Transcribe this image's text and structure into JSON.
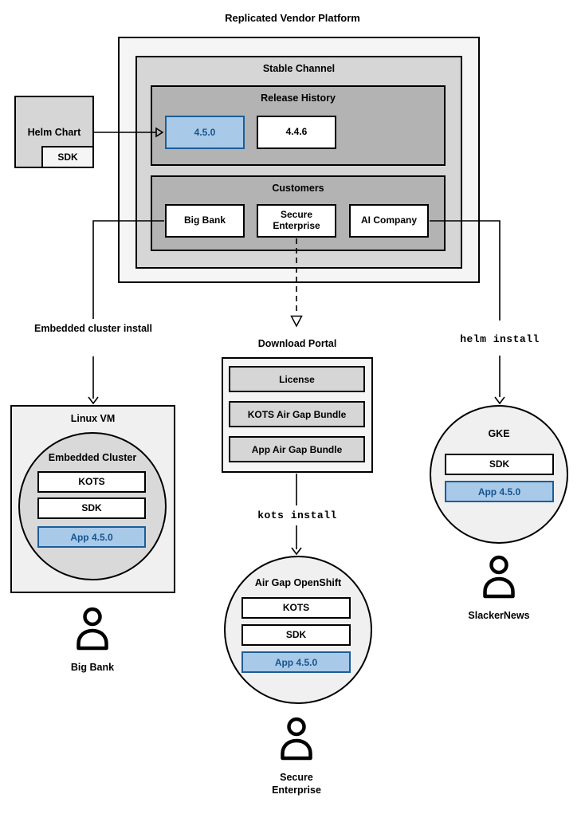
{
  "title": "Replicated Vendor Platform",
  "colors": {
    "highlight_fill": "#A9C9E9",
    "highlight_border": "#1C5D99",
    "highlight_text": "#17548F",
    "line_color": "#000000",
    "gray_outer": "#F5F5F5",
    "gray_mid": "#D6D6D6",
    "gray_dark": "#B3B3B3",
    "gray_panel": "#F0F0F0",
    "gray_circle": "#D9D9D9"
  },
  "platform": {
    "stable_channel_label": "Stable Channel",
    "release_history_label": "Release History",
    "releases": [
      {
        "label": "4.5.0",
        "highlighted": true
      },
      {
        "label": "4.4.6",
        "highlighted": false
      }
    ],
    "customers_label": "Customers",
    "customers": [
      {
        "label": "Big Bank"
      },
      {
        "label": "Secure Enterprise"
      },
      {
        "label": "AI Company"
      }
    ]
  },
  "helm_chart": {
    "label": "Helm Chart",
    "sdk_label": "SDK"
  },
  "flows": {
    "left": {
      "install_label": "Embedded cluster install",
      "host_label": "Linux VM",
      "cluster_label": "Embedded Cluster",
      "components": [
        "KOTS",
        "SDK",
        "App 4.5.0"
      ],
      "persona": "Big Bank"
    },
    "middle": {
      "portal_label": "Download Portal",
      "portal_items": [
        "License",
        "KOTS Air Gap Bundle",
        "App Air Gap Bundle"
      ],
      "command": "kots install",
      "cluster_label": "Air Gap OpenShift",
      "components": [
        "KOTS",
        "SDK",
        "App 4.5.0"
      ],
      "persona": "Secure Enterprise"
    },
    "right": {
      "command": "helm install",
      "cluster_label": "GKE",
      "components": [
        "SDK",
        "App 4.5.0"
      ],
      "persona": "SlackerNews"
    }
  }
}
